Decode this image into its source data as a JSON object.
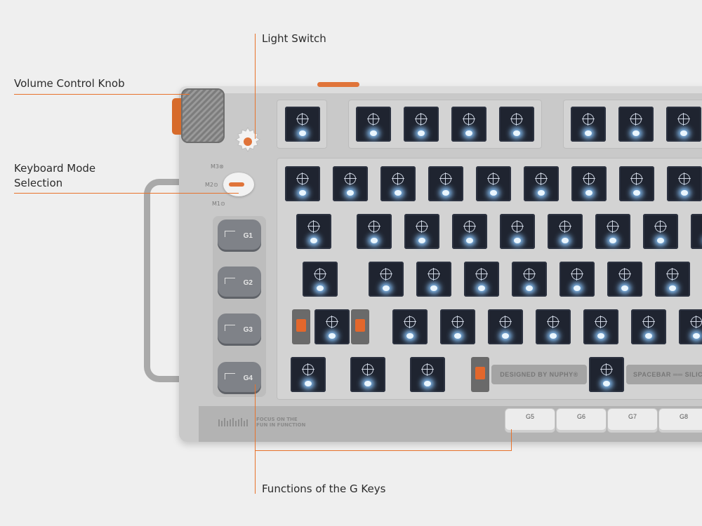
{
  "callouts": {
    "light_switch": "Light Switch",
    "volume_knob": "Volume Control Knob",
    "keyboard_mode_line1": "Keyboard Mode",
    "keyboard_mode_line2": "Selection",
    "g_keys": "Functions of the G Keys"
  },
  "mode_labels": {
    "m3": "M3⊛",
    "m2": "M2⊙",
    "m1": "M1⊙"
  },
  "g_keys_side": [
    "G1",
    "G2",
    "G3",
    "G4"
  ],
  "g_keys_bottom": [
    "G5",
    "G6",
    "G7",
    "G8"
  ],
  "bars": {
    "designed": "DESIGNED BY NUPHY®",
    "spacebar": "SPACEBAR ══ SILIC"
  },
  "tagline": {
    "line1": "FOCUS ON THE",
    "line2": "FUN IN FUNCTION"
  },
  "colors": {
    "accent": "#e8722b",
    "body": "#c9c9c9",
    "led": "#8ec9ff"
  }
}
